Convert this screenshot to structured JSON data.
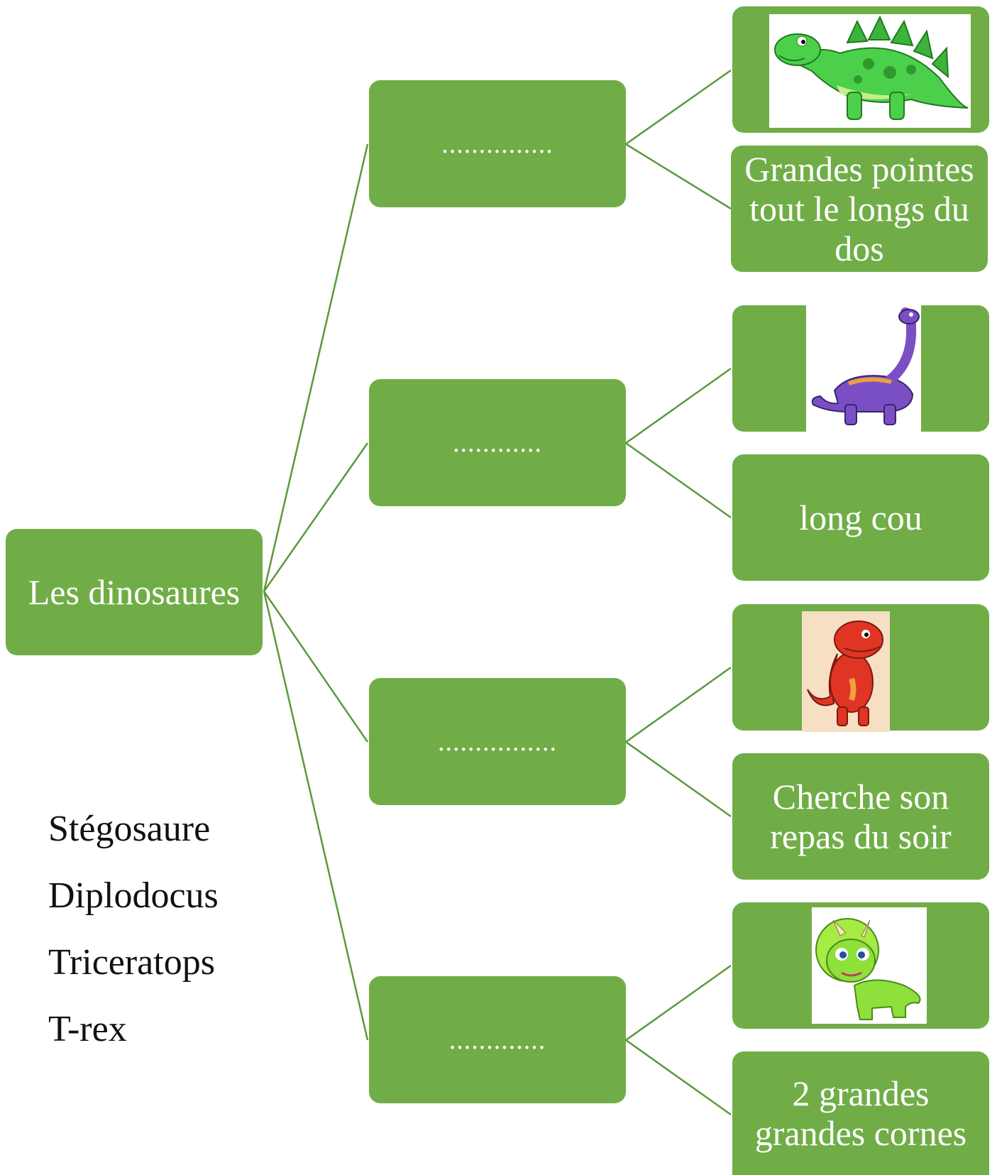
{
  "root": {
    "label": "Les dinosaures"
  },
  "branches": [
    {
      "blank": "...............",
      "picture_icon": "stegosaurus-icon",
      "description": "Grandes pointes tout le longs du dos"
    },
    {
      "blank": "............",
      "picture_icon": "diplodocus-icon",
      "description": "long cou"
    },
    {
      "blank": "................",
      "picture_icon": "t-rex-icon",
      "description": "Cherche son repas du soir"
    },
    {
      "blank": ".............",
      "picture_icon": "triceratops-icon",
      "description": "2 grandes grandes cornes"
    }
  ],
  "word_bank": [
    "Stégosaure",
    "Diplodocus",
    "Triceratops",
    "T-rex"
  ],
  "colors": {
    "box_fill": "#70ad47",
    "connector": "#5a9a3a",
    "text_on_box": "#ffffff"
  }
}
